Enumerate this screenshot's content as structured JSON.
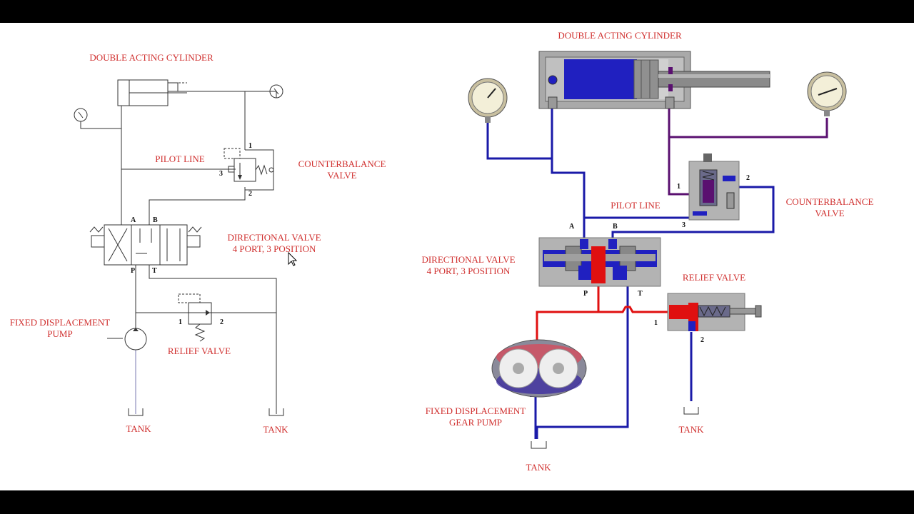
{
  "labels": {
    "cylinder": "DOUBLE ACTING CYLINDER",
    "pilot_line": "PILOT LINE",
    "counterbalance_1": "COUNTERBALANCE",
    "counterbalance_2": "VALVE",
    "directional_1": "DIRECTIONAL VALVE",
    "directional_2": "4 PORT, 3 POSITION",
    "pump_1": "FIXED DISPLACEMENT",
    "pump_2": "PUMP",
    "gear_pump_1": "FIXED DISPLACEMENT",
    "gear_pump_2": "GEAR PUMP",
    "relief": "RELIEF VALVE",
    "tank": "TANK"
  },
  "ports": {
    "a": "A",
    "b": "B",
    "p": "P",
    "t": "T",
    "one": "1",
    "two": "2",
    "three": "3"
  },
  "colors": {
    "label_red": "#d0302f",
    "hydraulic_blue": "#1a1aa8",
    "pressure_red": "#e01010",
    "return_purple": "#5a1070",
    "gauge_face": "#f3efd8"
  },
  "icons": [
    "pressure-gauge-icon",
    "hydraulic-cylinder-icon",
    "counterbalance-valve-icon",
    "directional-valve-icon",
    "relief-valve-icon",
    "gear-pump-icon",
    "tank-icon",
    "cursor-icon"
  ]
}
